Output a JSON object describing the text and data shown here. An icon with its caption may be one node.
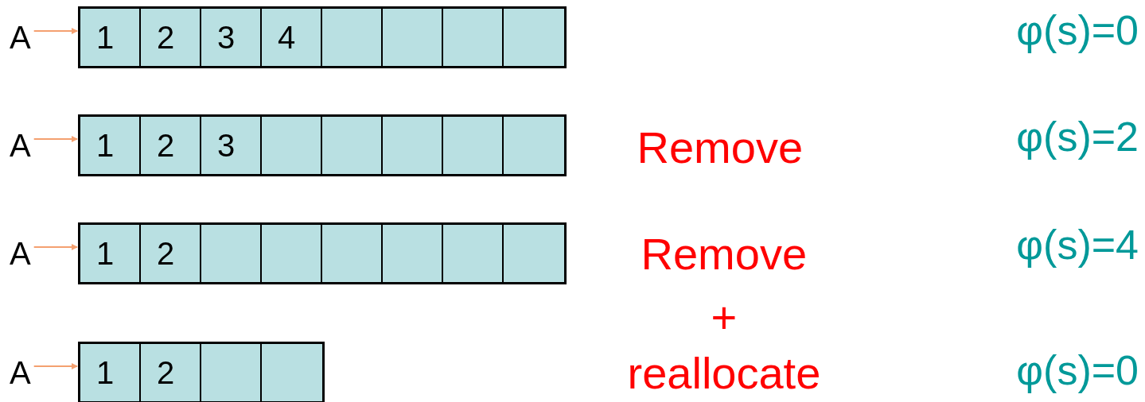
{
  "diagram": {
    "nodes": [
      {
        "text": [
          "A"
        ]
      },
      {
        "text": [],
        "shape": "bar"
      },
      {
        "text": [
          "1"
        ],
        "in": 1
      },
      {
        "text": [
          "2"
        ],
        "in": 1
      },
      {
        "text": [
          "3"
        ],
        "in": 1
      },
      {
        "text": [
          "4"
        ],
        "in": 1
      },
      {
        "text": [],
        "shape": "box",
        "in": 1
      },
      {
        "text": [],
        "shape": "box",
        "in": 1
      },
      {
        "text": [],
        "shape": "box",
        "in": 1
      },
      {
        "text": [],
        "shape": "box",
        "in": 1
      },
      {
        "text": [
          "A"
        ]
      },
      {
        "text": [],
        "shape": "bar"
      },
      {
        "text": [
          "1"
        ],
        "in": 11
      },
      {
        "text": [
          "2"
        ],
        "in": 11
      },
      {
        "text": [
          "3"
        ],
        "in": 11
      },
      {
        "text": [],
        "shape": "box",
        "in": 11
      },
      {
        "text": [],
        "shape": "box",
        "in": 11
      },
      {
        "text": [],
        "shape": "box",
        "in": 11
      },
      {
        "text": [],
        "shape": "box",
        "in": 11
      },
      {
        "text": [],
        "shape": "box",
        "in": 11
      },
      {
        "text": [
          "A"
        ]
      },
      {
        "text": [],
        "shape": "bar"
      },
      {
        "text": [
          "1"
        ],
        "in": 21
      },
      {
        "text": [
          "2"
        ],
        "in": 21
      },
      {
        "text": [],
        "shape": "box",
        "in": 21
      },
      {
        "text": [],
        "shape": "box",
        "in": 21
      },
      {
        "text": [],
        "shape": "box",
        "in": 21
      },
      {
        "text": [],
        "shape": "box",
        "in": 21
      },
      {
        "text": [],
        "shape": "box",
        "in": 21
      },
      {
        "text": [],
        "shape": "box",
        "in": 21
      },
      {
        "text": [
          "A"
        ]
      },
      {
        "text": [],
        "shape": "bar"
      },
      {
        "text": [
          "1"
        ],
        "in": 31
      },
      {
        "text": [
          "2"
        ],
        "in": 31
      },
      {
        "text": [],
        "shape": "box",
        "in": 31
      },
      {
        "text": [],
        "shape": "box",
        "in": 31
      }
    ],
    "edges": [
      {
        "from": 0,
        "to": 1,
        "arrow": "to"
      },
      {
        "from": 10,
        "to": 11,
        "arrow": "to"
      },
      {
        "from": 20,
        "to": 21,
        "arrow": "to"
      },
      {
        "from": 30,
        "to": 31,
        "arrow": "to"
      }
    ],
    "labels": [
      "φ(s)=0",
      "Remove",
      "φ(s)=2",
      "Remove",
      "φ(s)=4",
      "+",
      "reallocate",
      "φ(s)=0"
    ]
  }
}
